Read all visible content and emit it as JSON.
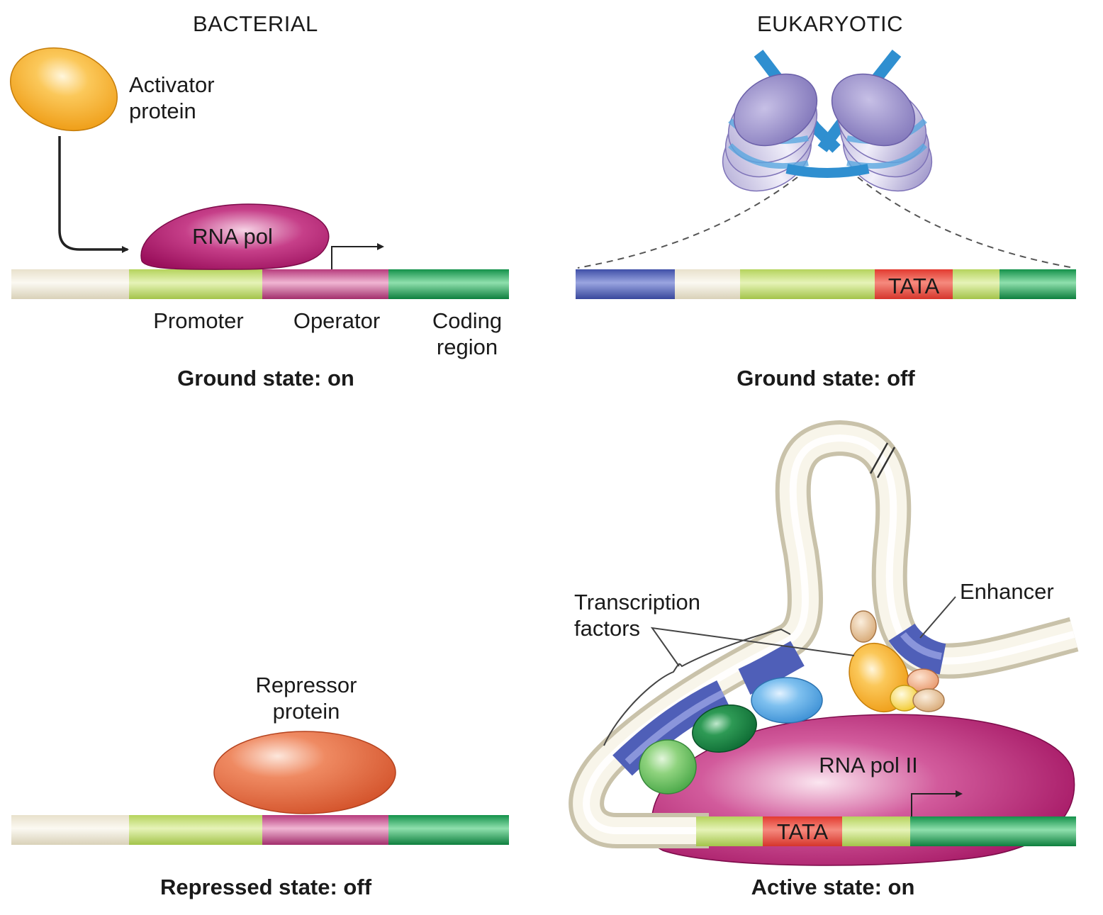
{
  "panels": {
    "bacterial": {
      "title": "BACTERIAL",
      "activator": "Activator\nprotein",
      "rna_pol": "RNA pol",
      "promoter": "Promoter",
      "operator": "Operator",
      "coding": "Coding\nregion",
      "ground_state": "Ground state: on",
      "repressor": "Repressor\nprotein",
      "repressed_state": "Repressed state: off"
    },
    "eukaryotic": {
      "title": "EUKARYOTIC",
      "tata_top": "TATA",
      "ground_state": "Ground state: off",
      "transcription_factors": "Transcription\nfactors",
      "enhancer": "Enhancer",
      "rna_pol2": "RNA pol II",
      "tata_bottom": "TATA",
      "active_state": "Active state: on"
    }
  },
  "colors": {
    "beige": "#f2ede0",
    "promoter_green": "#c6e07a",
    "operator_magenta": "#c8478a",
    "coding_green": "#1ea659",
    "blue_region": "#4f5fb8",
    "tata_red": "#e8453a",
    "activator_orange": "#f6a623",
    "rna_pol_magenta": "#b0146a",
    "repressor_orange": "#e0603a",
    "nucleosome_purple": "#8a7fc0",
    "dna_blue": "#2f8fd0"
  }
}
